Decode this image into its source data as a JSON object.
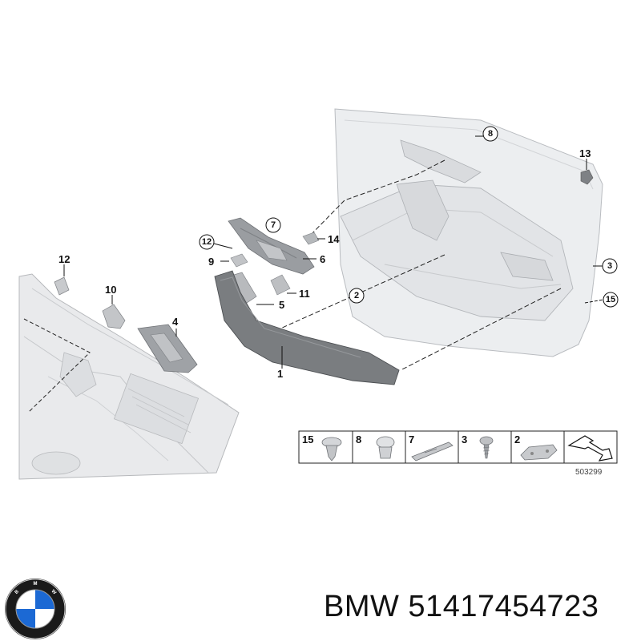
{
  "diagram": {
    "callouts": [
      "1",
      "2",
      "3",
      "4",
      "5",
      "6",
      "7",
      "8",
      "9",
      "10",
      "11",
      "12",
      "13",
      "14",
      "15"
    ],
    "legend": [
      {
        "num": "15",
        "icon": "push-clip-icon"
      },
      {
        "num": "8",
        "icon": "expanding-rivet-icon"
      },
      {
        "num": "7",
        "icon": "mounting-bracket-icon"
      },
      {
        "num": "3",
        "icon": "screw-icon"
      },
      {
        "num": "2",
        "icon": "clip-icon"
      }
    ],
    "reference": "503299"
  },
  "brand": {
    "caption": "BMW 51417454723",
    "logo_letters": [
      "B",
      "M",
      "W"
    ]
  },
  "colors": {
    "panel_fill": "#e8eaec",
    "panel_stroke": "#b9bcc0",
    "part_dark": "#7a7d80",
    "logo_blue": "#1c69d4"
  }
}
